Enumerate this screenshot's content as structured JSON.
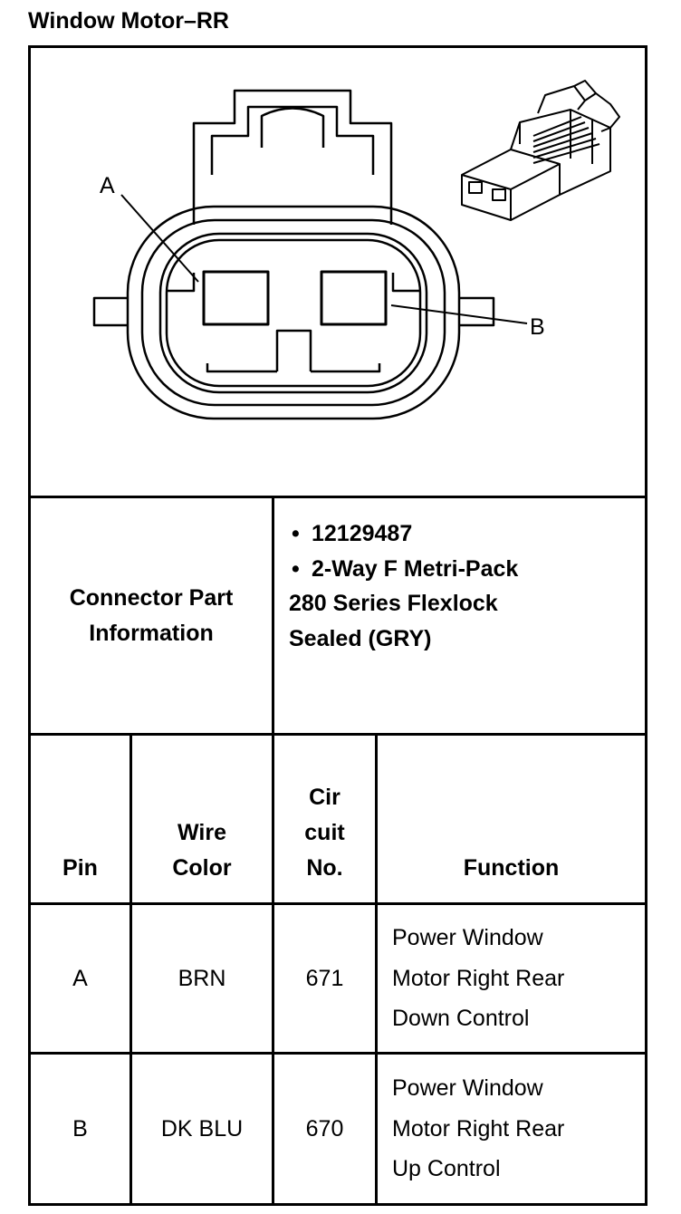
{
  "title": "Window Motor–RR",
  "figure": {
    "callout_a": "A",
    "callout_b": "B"
  },
  "connector_info": {
    "label_line1": "Connector Part",
    "label_line2": "Information",
    "part_number": "12129487",
    "description_line1": "2-Way F Metri-Pack",
    "description_line2": "280 Series Flexlock",
    "description_line3": "Sealed (GRY)"
  },
  "table": {
    "headers": {
      "pin": "Pin",
      "wire_color_line1": "Wire",
      "wire_color_line2": "Color",
      "circuit_line1": "Cir",
      "circuit_line2": "cuit",
      "circuit_line3": "No.",
      "function": "Function"
    },
    "rows": [
      {
        "pin": "A",
        "wire_color": "BRN",
        "circuit": "671",
        "function_line1": "Power Window",
        "function_line2": "Motor Right Rear",
        "function_line3": "Down Control"
      },
      {
        "pin": "B",
        "wire_color": "DK BLU",
        "circuit": "670",
        "function_line1": "Power Window",
        "function_line2": "Motor Right Rear",
        "function_line3": "Up Control"
      }
    ]
  }
}
